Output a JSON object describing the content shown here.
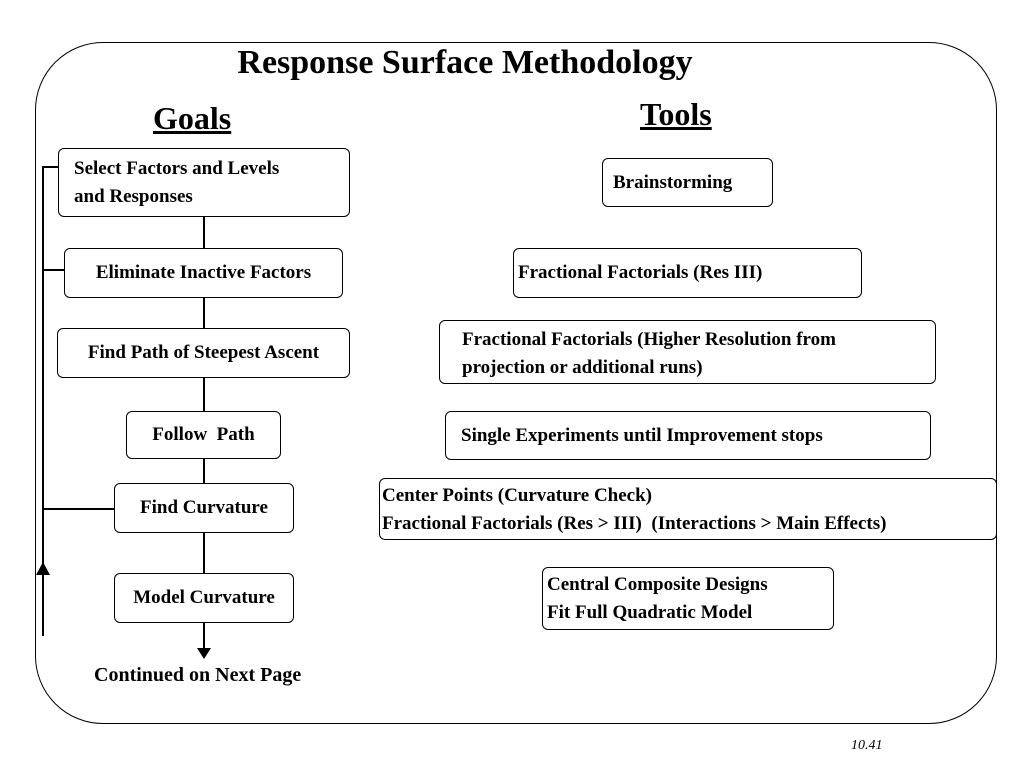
{
  "title": "Response Surface Methodology",
  "goals": {
    "heading": "Goals",
    "items": [
      "Select Factors and Levels\nand Responses",
      "Eliminate Inactive Factors",
      "Find Path of Steepest Ascent",
      "Follow  Path",
      "Find Curvature",
      "Model Curvature"
    ],
    "continuation": "Continued on Next Page"
  },
  "tools": {
    "heading": "Tools",
    "items": [
      "Brainstorming",
      "Fractional Factorials (Res III)",
      "Fractional Factorials (Higher Resolution from\nprojection or additional runs)",
      "Single Experiments until Improvement stops",
      "Center Points (Curvature Check)\nFractional Factorials (Res > III)  (Interactions > Main Effects)",
      "Central Composite Designs\nFit Full Quadratic Model"
    ]
  },
  "page_number": "10.41"
}
